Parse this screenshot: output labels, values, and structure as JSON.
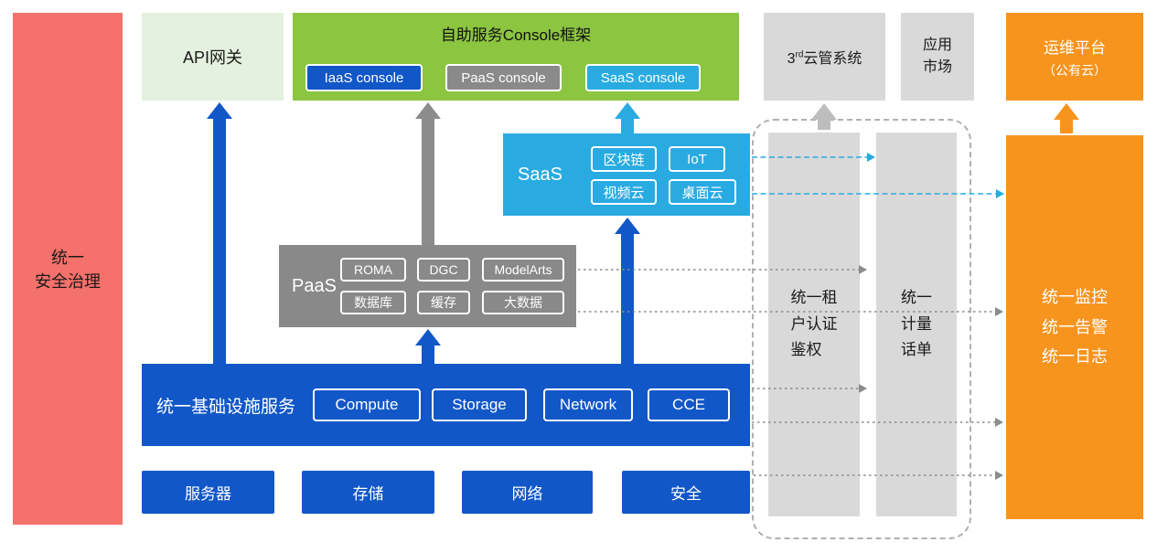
{
  "colors": {
    "red": "#F5716B",
    "light_green": "#E3F1DE",
    "green": "#8CC540",
    "blue": "#1157C8",
    "cyan": "#29ABE2",
    "gray": "#898989",
    "light_gray": "#D9D9D9",
    "orange": "#F7941E"
  },
  "security_bar": {
    "label": "统一\n安全治理"
  },
  "api_gateway": {
    "label": "API网关"
  },
  "console_frame": {
    "title": "自助服务Console框架",
    "consoles": [
      "IaaS console",
      "PaaS console",
      "SaaS console"
    ]
  },
  "third_party_cloud": {
    "base": "3",
    "sup": "rd",
    "rest": "云管系统"
  },
  "app_market": {
    "label": "应用\n市场"
  },
  "om_platform": {
    "line1": "运维平台",
    "line2": "（公有云）"
  },
  "saas": {
    "label": "SaaS",
    "services": [
      "区块链",
      "IoT",
      "视频云",
      "桌面云"
    ]
  },
  "paas": {
    "label": "PaaS",
    "services": [
      "ROMA",
      "DGC",
      "ModelArts",
      "数据库",
      "缓存",
      "大数据"
    ]
  },
  "infrastructure": {
    "label": "统一基础设施服务",
    "services": [
      "Compute",
      "Storage",
      "Network",
      "CCE"
    ]
  },
  "hardware": {
    "items": [
      "服务器",
      "存储",
      "网络",
      "安全"
    ]
  },
  "auth": {
    "label": "统一租\n户认证\n鉴权"
  },
  "metering": {
    "label": "统一\n计量\n话单"
  },
  "monitoring": {
    "label": "统一监控\n统一告警\n统一日志"
  }
}
